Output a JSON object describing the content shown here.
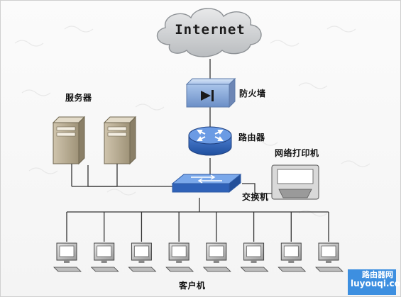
{
  "nodes": {
    "internet": "Internet",
    "firewall": "防火墙",
    "server": "服务器",
    "router": "路由器",
    "printer": "网络打印机",
    "switch": "交换机",
    "clients": "客户机",
    "client_count": 8,
    "server_count": 2
  },
  "watermark": {
    "site_name": "路由器网",
    "site_url": "luyouqi.com"
  },
  "colors": {
    "cloud_fill": "#d4d6d8",
    "device_blue": "#3f72c8",
    "link_line": "#333333",
    "server_body": "#bfb29a",
    "watermark_bg": "#3d8fe0"
  }
}
